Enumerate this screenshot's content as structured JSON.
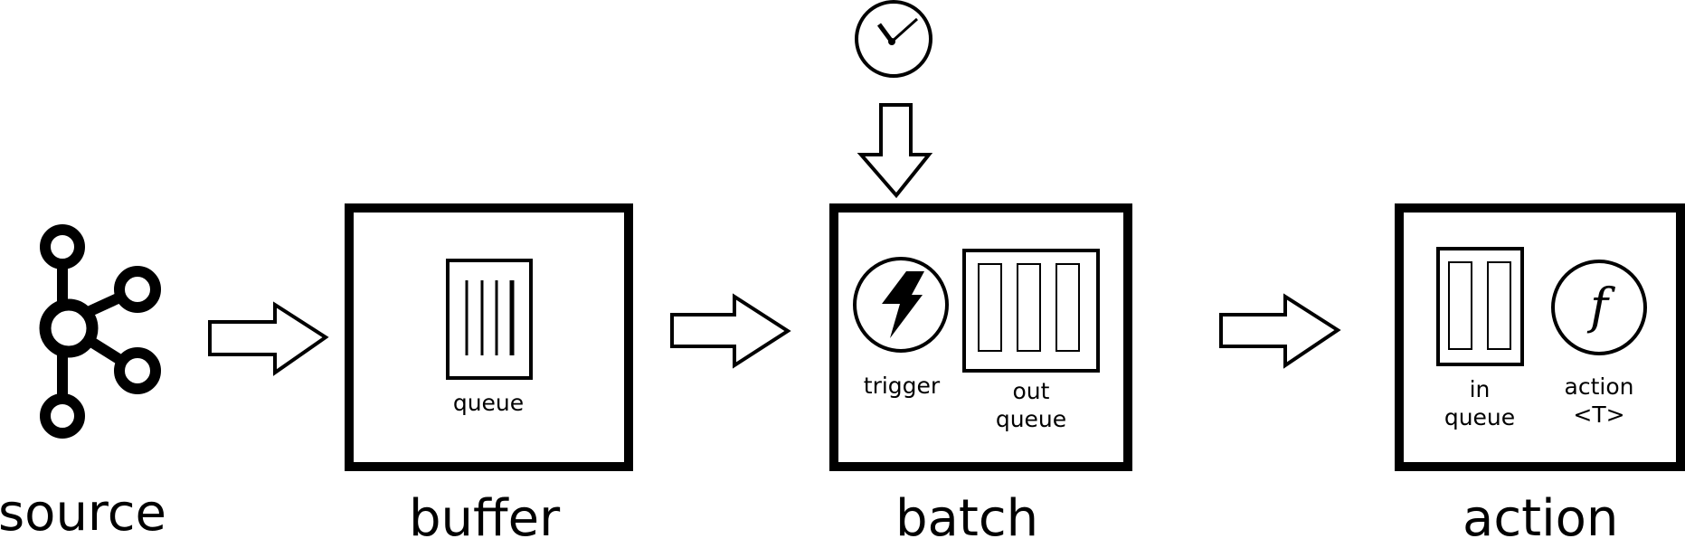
{
  "stages": {
    "source": {
      "label": "source"
    },
    "buffer": {
      "label": "buffer",
      "inner_label": "queue"
    },
    "batch": {
      "label": "batch",
      "trigger_label": "trigger",
      "out_queue_line1": "out",
      "out_queue_line2": "queue"
    },
    "action": {
      "label": "action",
      "in_queue_line1": "in",
      "in_queue_line2": "queue",
      "action_line1": "action",
      "action_line2": "<T>",
      "function_symbol": "f"
    }
  },
  "icons": [
    "kafka-source-icon",
    "queue-icon",
    "clock-icon",
    "lightning-icon",
    "function-icon"
  ]
}
